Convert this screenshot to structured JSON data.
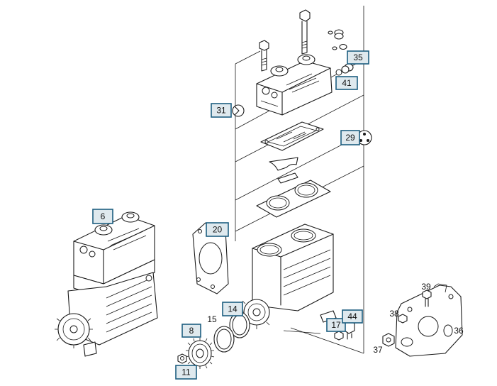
{
  "callouts": {
    "c6": "6",
    "c8": "8",
    "c11": "11",
    "c14": "14",
    "c17": "17",
    "c20": "20",
    "c29": "29",
    "c31": "31",
    "c35": "35",
    "c41": "41",
    "c44": "44"
  },
  "plain_labels": {
    "p15": "15",
    "p36": "36",
    "p37": "37",
    "p38": "38",
    "p39": "39"
  },
  "colors": {
    "callout_fill": "#dfe9ee",
    "callout_border": "#1d5e80",
    "line": "#1a1a1a"
  }
}
